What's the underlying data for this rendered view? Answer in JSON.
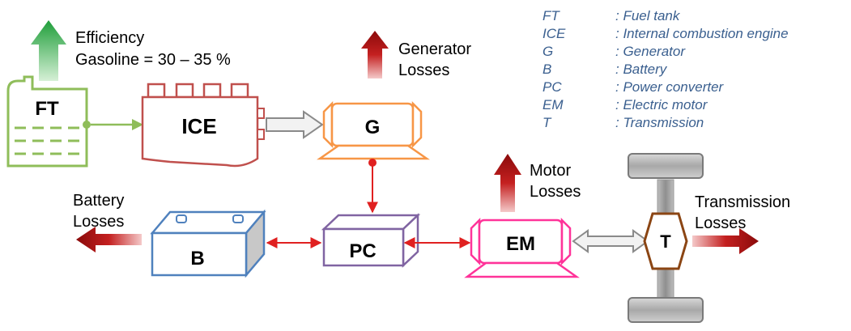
{
  "efficiency": {
    "title": "Efficiency",
    "value": "Gasoline = 30 – 35 %",
    "arrow_color": "#1f9e3a"
  },
  "blocks": {
    "ft": "FT",
    "ice": "ICE",
    "g": "G",
    "b": "B",
    "pc": "PC",
    "em": "EM",
    "t": "T"
  },
  "losses": {
    "generator": [
      "Generator",
      "Losses"
    ],
    "motor": [
      "Motor",
      "Losses"
    ],
    "battery": [
      "Battery",
      "Losses"
    ],
    "transmission": [
      "Transmission",
      "Losses"
    ],
    "arrow_color": "#a30d0d"
  },
  "legend": [
    {
      "abbr": "FT",
      "desc": ": Fuel tank"
    },
    {
      "abbr": "ICE",
      "desc": ": Internal combustion engine"
    },
    {
      "abbr": "G",
      "desc": ": Generator"
    },
    {
      "abbr": "B",
      "desc": ": Battery"
    },
    {
      "abbr": "PC",
      "desc": ": Power converter"
    },
    {
      "abbr": "EM",
      "desc": ": Electric motor"
    },
    {
      "abbr": "T",
      "desc": ": Transmission"
    }
  ],
  "colors": {
    "fuel_tank": "#8fbd5a",
    "ice": "#c0504d",
    "generator": "#f79646",
    "battery": "#4f81bd",
    "power_converter": "#8064a2",
    "motor": "#ff3399",
    "transmission": "#8b4513",
    "electric_link": "#e02020",
    "mechanical_link": "#8a8a8a",
    "legend_text": "#3a5f8f"
  }
}
